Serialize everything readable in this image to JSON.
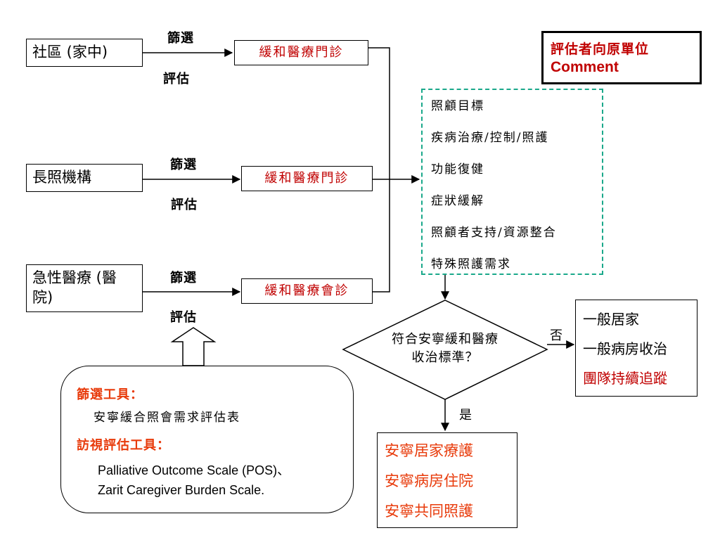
{
  "sources": {
    "community": "社區 (家中)",
    "ltc": "長照機構",
    "acute": "急性醫療 (醫院)"
  },
  "edge_labels": {
    "screen": "篩選",
    "assess": "評估"
  },
  "services": {
    "community": "緩和醫療門診",
    "ltc": "緩和醫療門診",
    "acute": "緩和醫療會診"
  },
  "comment_box": {
    "line1": "評估者向原單位",
    "line2": "Comment"
  },
  "care_goals": {
    "items": [
      "照顧目標",
      "疾病治療/控制/照護",
      "功能復健",
      "症狀緩解",
      "照顧者支持/資源整合",
      "特殊照護需求"
    ]
  },
  "decision": {
    "line1": "符合安寧緩和醫療",
    "line2": "收治標準？",
    "no_label": "否",
    "yes_label": "是"
  },
  "no_outcome": {
    "items": [
      "一般居家",
      "一般病房收治",
      "團隊持續追蹤"
    ]
  },
  "yes_outcome": {
    "items": [
      "安寧居家療護",
      "安寧病房住院",
      "安寧共同照護"
    ]
  },
  "tools": {
    "screen_title": "篩選工具：",
    "screen_item": "安寧緩合照會需求評估表",
    "visit_title": "訪視評估工具：",
    "visit_item_1": "Palliative Outcome Scale (POS)、",
    "visit_item_2": "Zarit Caregiver Burden Scale."
  },
  "colors": {
    "red_text": "#c00000",
    "orange_text": "#e83a0a",
    "dash_border": "#1aa88a"
  }
}
